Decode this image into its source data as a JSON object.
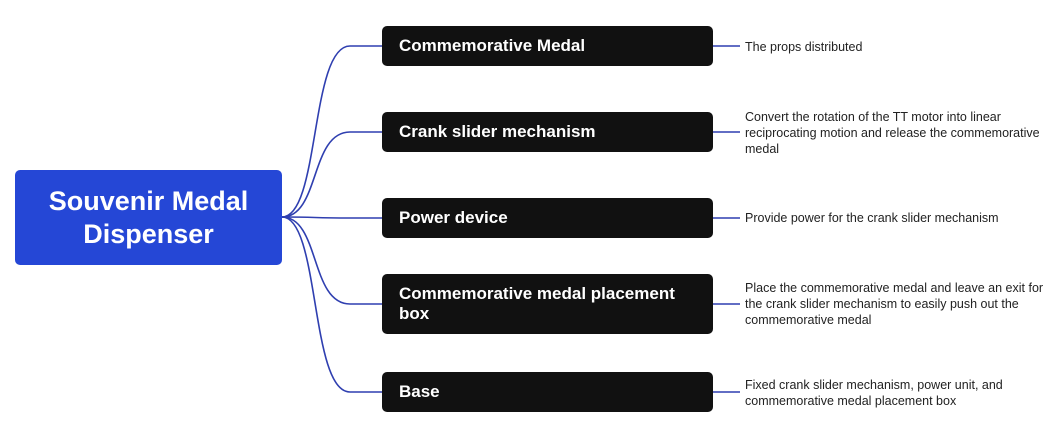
{
  "diagram": {
    "root": {
      "label": "Souvenir Medal Dispenser"
    },
    "branches": [
      {
        "label": "Commemorative Medal",
        "description": "The props distributed"
      },
      {
        "label": "Crank slider mechanism",
        "description": "Convert the rotation of the TT motor into linear reciprocating motion and release the commemorative medal"
      },
      {
        "label": "Power device",
        "description": "Provide power for the crank slider mechanism"
      },
      {
        "label": "Commemorative medal placement box",
        "description": "Place the commemorative medal and leave an exit for the crank slider mechanism to easily push out the commemorative medal"
      },
      {
        "label": "Base",
        "description": "Fixed crank slider mechanism, power unit, and commemorative medal placement box"
      }
    ]
  },
  "colors": {
    "root_fill": "#2547d6",
    "branch_fill": "#111111",
    "connector": "#2f3fb0",
    "description_text": "#222222"
  }
}
